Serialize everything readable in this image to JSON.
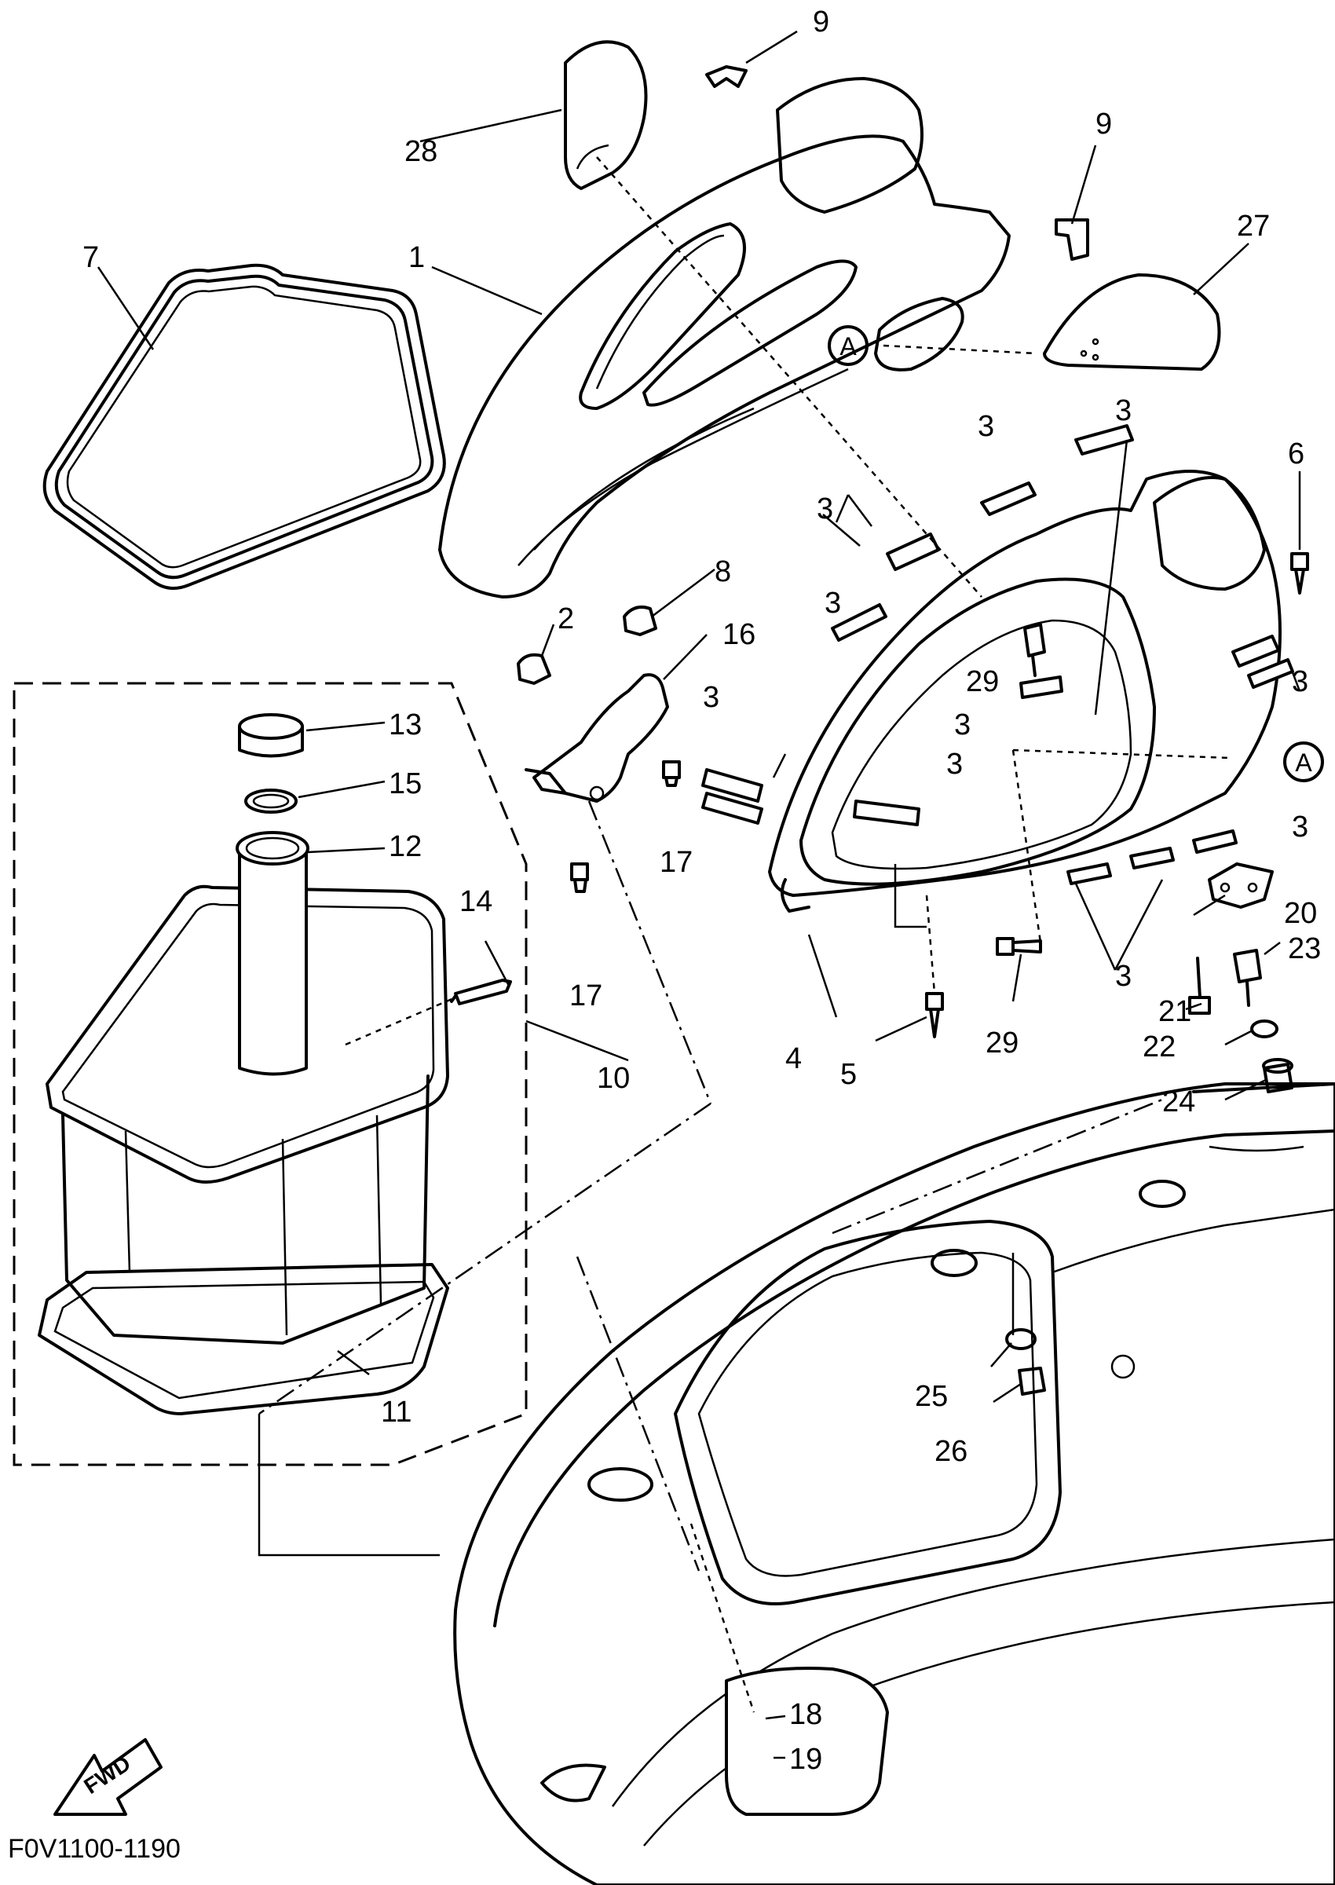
{
  "diagram": {
    "drawing_code": "F0V1100-1190",
    "direction_label": "FWD",
    "reference_mark": "A",
    "parts": [
      {
        "id": "p1",
        "number": "1"
      },
      {
        "id": "p2",
        "number": "2"
      },
      {
        "id": "p3",
        "number": "3"
      },
      {
        "id": "p4",
        "number": "4"
      },
      {
        "id": "p5",
        "number": "5"
      },
      {
        "id": "p6",
        "number": "6"
      },
      {
        "id": "p7",
        "number": "7"
      },
      {
        "id": "p8",
        "number": "8"
      },
      {
        "id": "p9",
        "number": "9"
      },
      {
        "id": "p10",
        "number": "10"
      },
      {
        "id": "p11",
        "number": "11"
      },
      {
        "id": "p12",
        "number": "12"
      },
      {
        "id": "p13",
        "number": "13"
      },
      {
        "id": "p14",
        "number": "14"
      },
      {
        "id": "p15",
        "number": "15"
      },
      {
        "id": "p16",
        "number": "16"
      },
      {
        "id": "p17",
        "number": "17"
      },
      {
        "id": "p18",
        "number": "18"
      },
      {
        "id": "p19",
        "number": "19"
      },
      {
        "id": "p20",
        "number": "20"
      },
      {
        "id": "p21",
        "number": "21"
      },
      {
        "id": "p22",
        "number": "22"
      },
      {
        "id": "p23",
        "number": "23"
      },
      {
        "id": "p24",
        "number": "24"
      },
      {
        "id": "p25",
        "number": "25"
      },
      {
        "id": "p26",
        "number": "26"
      },
      {
        "id": "p27",
        "number": "27"
      },
      {
        "id": "p28",
        "number": "28"
      },
      {
        "id": "p29",
        "number": "29"
      }
    ]
  }
}
